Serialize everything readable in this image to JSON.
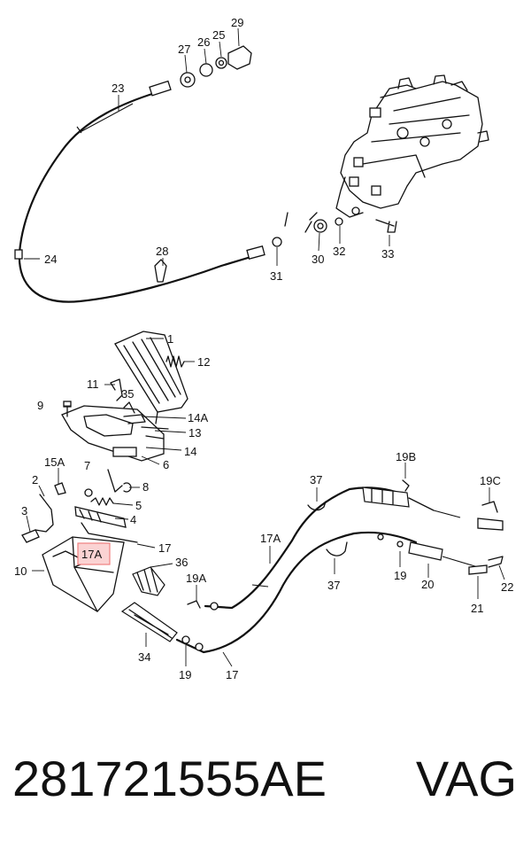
{
  "diagram": {
    "callouts": {
      "c29": "29",
      "c27": "27",
      "c26": "26",
      "c25": "25",
      "c23": "23",
      "c24": "24",
      "c28": "28",
      "c30": "30",
      "c32": "32",
      "c33": "33",
      "c31": "31",
      "c1": "1",
      "c12": "12",
      "c11": "11",
      "c35": "35",
      "c9": "9",
      "c14A": "14A",
      "c13": "13",
      "c14": "14",
      "c6": "6",
      "c15A": "15A",
      "c7": "7",
      "c8": "8",
      "c2": "2",
      "c5": "5",
      "c3": "3",
      "c4": "4",
      "c17a": "17",
      "c17A_highlight": "17A",
      "c36": "36",
      "c10": "10",
      "c19A": "19A",
      "c34": "34",
      "c19a": "19",
      "c17b": "17",
      "c37a": "37",
      "c17A": "17A",
      "c37b": "37",
      "c19B": "19B",
      "c19C": "19C",
      "c19b": "19",
      "c20": "20",
      "c21": "21",
      "c22": "22"
    },
    "highlight_color": "#f08080"
  },
  "footer": {
    "part_number": "281721555AE",
    "brand": "VAG"
  }
}
